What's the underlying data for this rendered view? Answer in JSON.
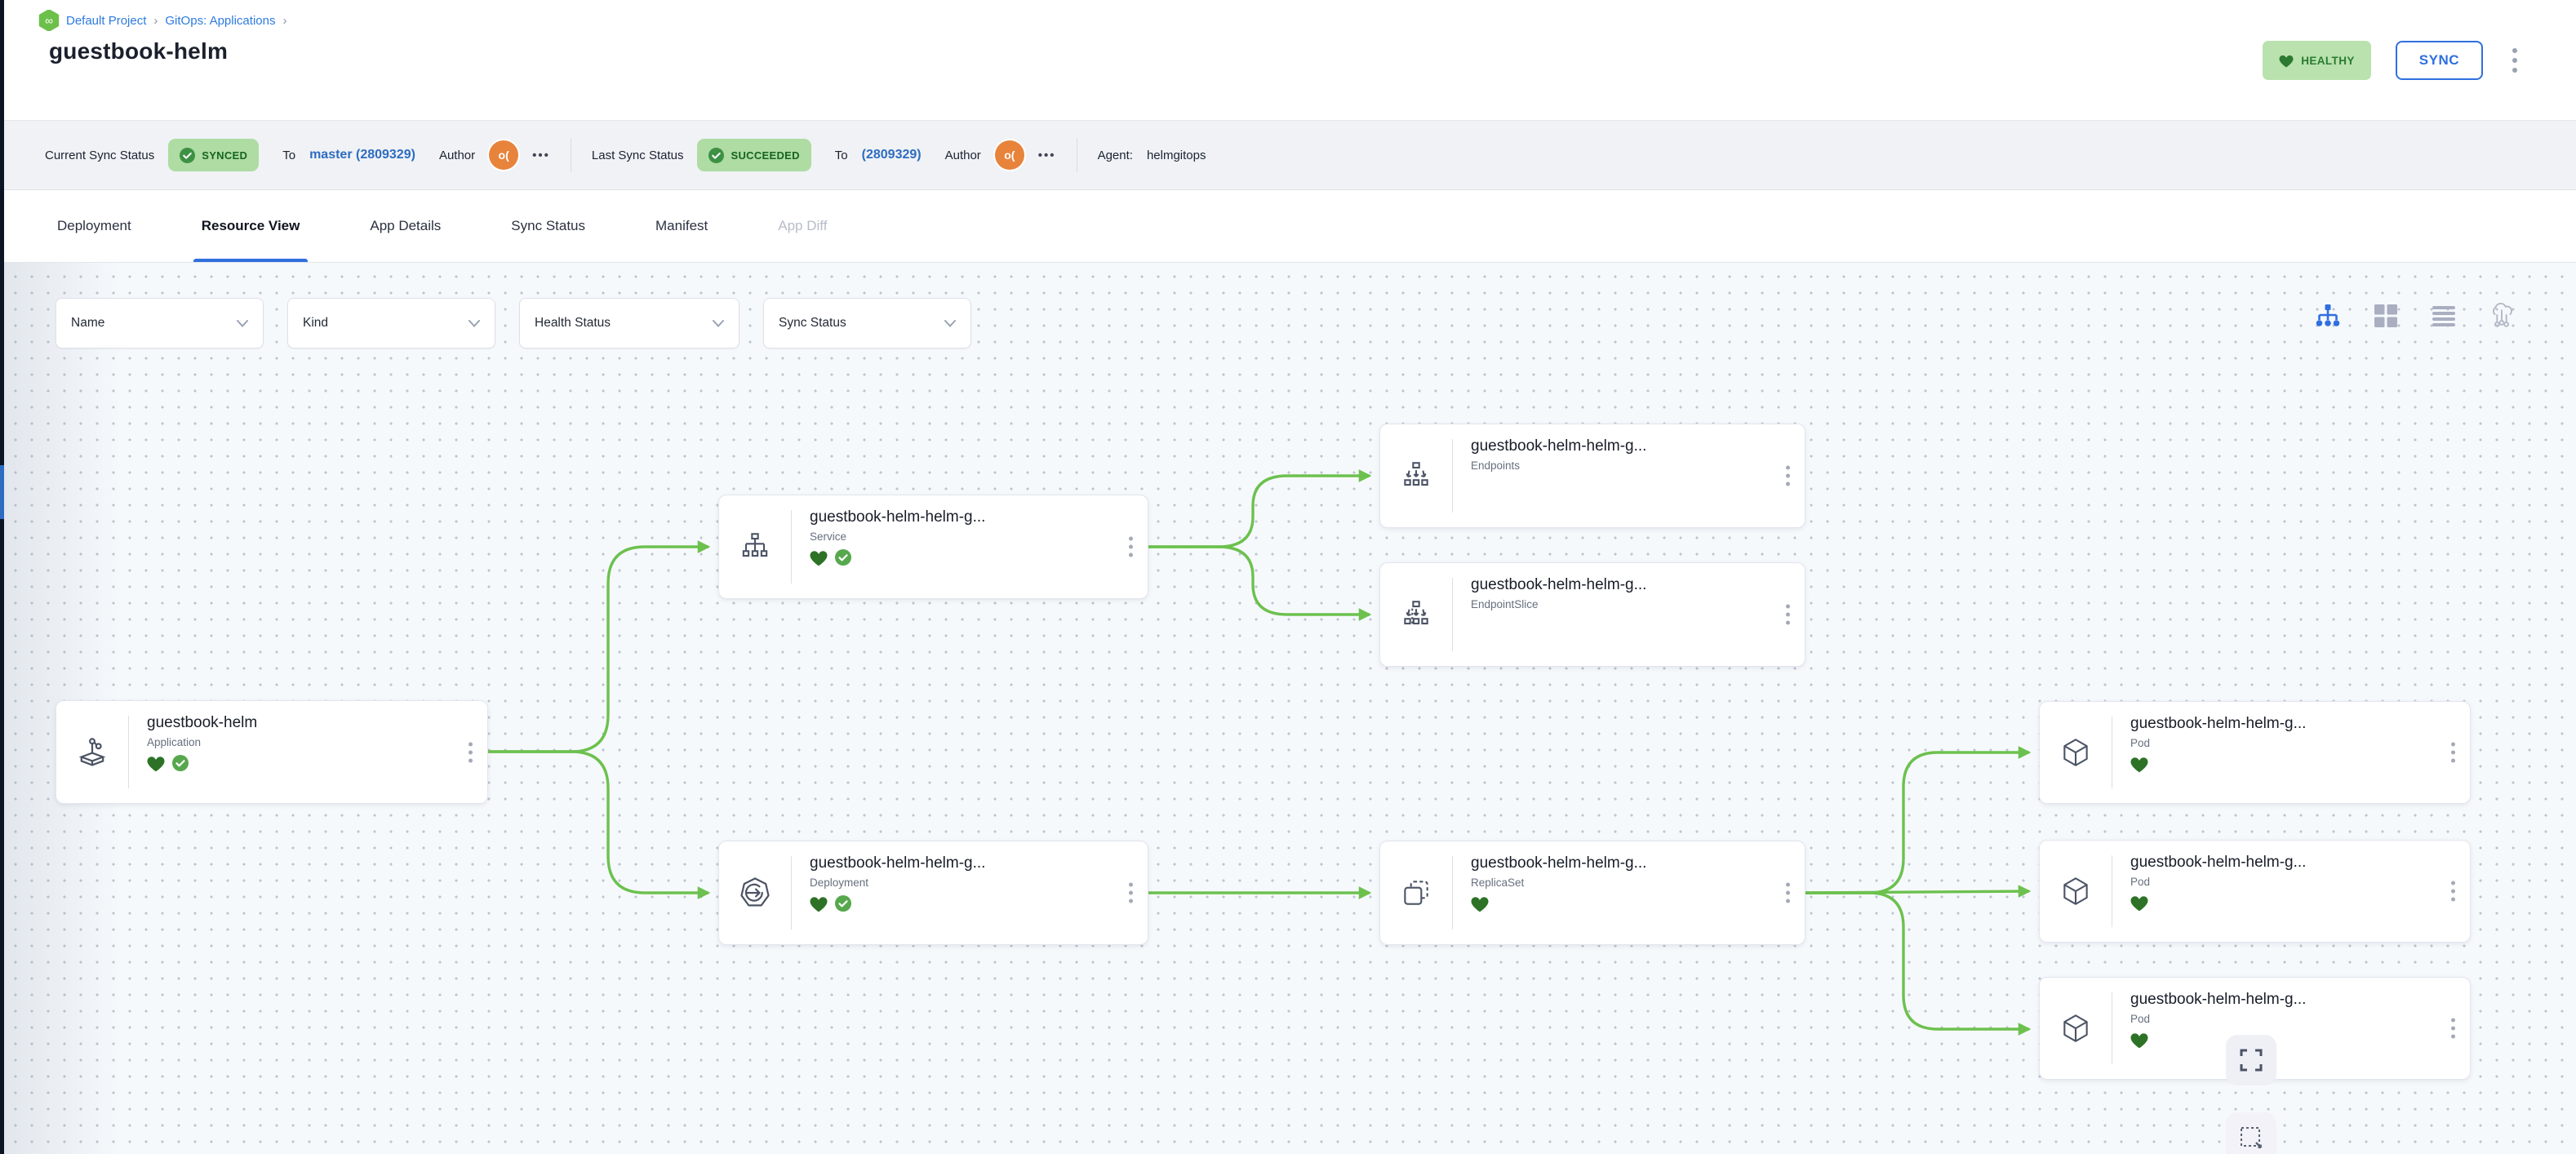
{
  "breadcrumb": {
    "separator": "›",
    "items": [
      "Default Project",
      "GitOps: Applications"
    ]
  },
  "header": {
    "title": "guestbook-helm",
    "health_badge": "HEALTHY",
    "sync_button": "SYNC"
  },
  "status_bar": {
    "current": {
      "label": "Current Sync Status",
      "badge": "SYNCED",
      "to": "To",
      "revision": "master (2809329)",
      "author": "Author",
      "avatar": "o(",
      "more": "•••"
    },
    "last": {
      "label": "Last Sync Status",
      "badge": "SUCCEEDED",
      "to": "To",
      "revision": "(2809329)",
      "author": "Author",
      "avatar": "o(",
      "more": "•••"
    },
    "agent_label": "Agent:",
    "agent_value": "helmgitops"
  },
  "tabs": [
    {
      "label": "Deployment",
      "state": "normal"
    },
    {
      "label": "Resource View",
      "state": "active"
    },
    {
      "label": "App Details",
      "state": "normal"
    },
    {
      "label": "Sync Status",
      "state": "normal"
    },
    {
      "label": "Manifest",
      "state": "normal"
    },
    {
      "label": "App Diff",
      "state": "disabled"
    }
  ],
  "filters": [
    {
      "label": "Name"
    },
    {
      "label": "Kind"
    },
    {
      "label": "Health Status"
    },
    {
      "label": "Sync Status"
    }
  ],
  "view_toggles": [
    "tree-view",
    "grid-view",
    "list-view",
    "cluster-view"
  ],
  "nodes": {
    "app": {
      "title": "guestbook-helm",
      "kind": "Application",
      "healthy": true,
      "synced": true
    },
    "service": {
      "title": "guestbook-helm-helm-g...",
      "kind": "Service",
      "healthy": true,
      "synced": true
    },
    "endpoints": {
      "title": "guestbook-helm-helm-g...",
      "kind": "Endpoints"
    },
    "endpointslice": {
      "title": "guestbook-helm-helm-g...",
      "kind": "EndpointSlice"
    },
    "deployment": {
      "title": "guestbook-helm-helm-g...",
      "kind": "Deployment",
      "healthy": true,
      "synced": true
    },
    "replicaset": {
      "title": "guestbook-helm-helm-g...",
      "kind": "ReplicaSet",
      "healthy": true
    },
    "pod1": {
      "title": "guestbook-helm-helm-g...",
      "kind": "Pod",
      "healthy": true
    },
    "pod2": {
      "title": "guestbook-helm-helm-g...",
      "kind": "Pod",
      "healthy": true
    },
    "pod3": {
      "title": "guestbook-helm-helm-g...",
      "kind": "Pod",
      "healthy": true
    }
  },
  "colors": {
    "accent_blue": "#2f6fdf",
    "link_blue": "#2d7be0",
    "edge_green": "#6cc14e",
    "healthy_heart_green": "#2d7226",
    "synced_check_green": "#57a84d",
    "badge_bg_green": "#aedca3",
    "avatar_orange": "#e8833c",
    "canvas_bg": "#f6f9fc"
  }
}
